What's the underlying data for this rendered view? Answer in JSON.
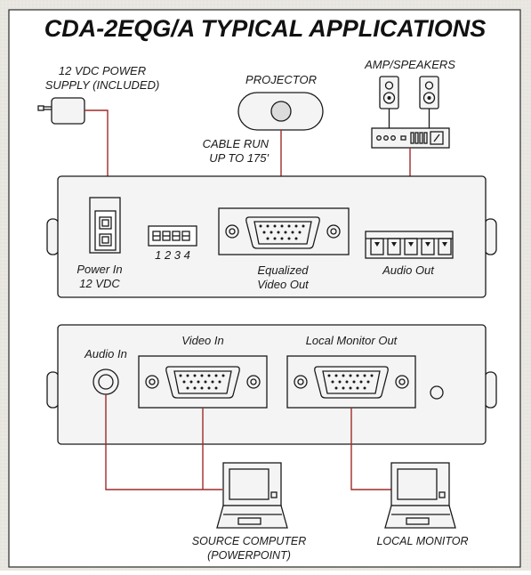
{
  "title": "CDA-2EQG/A TYPICAL APPLICATIONS",
  "colors": {
    "background": "#eae8e2",
    "panel": "#ffffff",
    "wire": "#a12a2a",
    "outline": "#1a1a1a"
  },
  "labels": {
    "power_supply": [
      "12 VDC POWER",
      "SUPPLY (INCLUDED)"
    ],
    "projector": "PROJECTOR",
    "amp_speakers": "AMP/SPEAKERS",
    "cable_run": [
      "CABLE RUN",
      "UP TO 175'"
    ],
    "dip_numbers": "1 2 3 4",
    "power_in": [
      "Power In",
      "12 VDC"
    ],
    "equalized_video_out": [
      "Equalized",
      "Video Out"
    ],
    "audio_out": "Audio Out",
    "audio_in": "Audio In",
    "video_in": "Video In",
    "local_monitor_out": "Local Monitor Out",
    "source_computer": [
      "SOURCE COMPUTER",
      "(POWERPOINT)"
    ],
    "local_monitor": "LOCAL MONITOR"
  }
}
